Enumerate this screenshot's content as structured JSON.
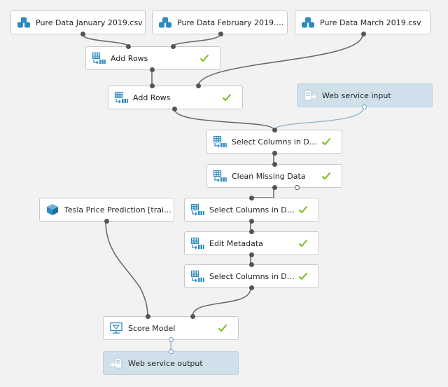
{
  "modules": {
    "jan": {
      "label": "Pure Data January 2019.csv",
      "icon": "dataset-icon"
    },
    "feb": {
      "label": "Pure Data February 2019.csv",
      "icon": "dataset-icon"
    },
    "mar": {
      "label": "Pure Data March 2019.csv",
      "icon": "dataset-icon"
    },
    "add_rows_1": {
      "label": "Add Rows",
      "icon": "table-transform-icon",
      "status": "completed"
    },
    "add_rows_2": {
      "label": "Add Rows",
      "icon": "table-transform-icon",
      "status": "completed"
    },
    "ws_input": {
      "label": "Web service input",
      "icon": "web-service-input-icon"
    },
    "select_cols_1": {
      "label": "Select Columns in Dataset",
      "icon": "table-transform-icon",
      "status": "completed"
    },
    "clean_missing": {
      "label": "Clean Missing Data",
      "icon": "table-transform-icon",
      "status": "completed"
    },
    "trained_model": {
      "label": "Tesla Price Prediction [traine...",
      "icon": "trained-model-icon"
    },
    "select_cols_2": {
      "label": "Select Columns in Dataset",
      "icon": "table-transform-icon",
      "status": "completed"
    },
    "edit_metadata": {
      "label": "Edit Metadata",
      "icon": "table-transform-icon",
      "status": "completed"
    },
    "select_cols_3": {
      "label": "Select Columns in Dataset",
      "icon": "table-transform-icon",
      "status": "completed"
    },
    "score_model": {
      "label": "Score Model",
      "icon": "score-model-icon",
      "status": "completed"
    },
    "ws_output": {
      "label": "Web service output",
      "icon": "web-service-output-icon"
    }
  },
  "colors": {
    "canvas": "#f2f2f2",
    "node": "#ffffff",
    "web_service_node": "#cfe0ea",
    "check": "#7cbb1f",
    "wire": "#6b6b6b",
    "web_service_wire": "#8fb9d6",
    "icon": "#2e8bc0"
  }
}
